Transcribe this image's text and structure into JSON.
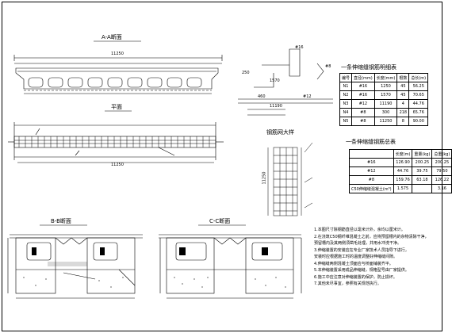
{
  "titles": {
    "section_aa": "A-A断面",
    "plan": "平面",
    "section_bb": "B-B断面",
    "section_cc": "C-C断面",
    "rebar_sample": "钢筋网大样",
    "table1": "一条伸缩缝钢筋明细表",
    "table2": "一条伸缩缝钢筋总表"
  },
  "dims": {
    "aa_overall": "11250",
    "plan_overall": "11250",
    "detail_a": "250",
    "detail_b": "1570",
    "detail_c": "11190",
    "detail_d": "460",
    "detail_e": "#12",
    "detail_f": "#8",
    "detail_g": "#16",
    "sample_h": "11250"
  },
  "table1": {
    "headers": [
      "编号",
      "直径(mm)",
      "长度(mm)",
      "根数",
      "总长(m)"
    ],
    "rows": [
      [
        "N1",
        "#16",
        "1250",
        "45",
        "56.25"
      ],
      [
        "N2",
        "#16",
        "1570",
        "45",
        "70.65"
      ],
      [
        "N3",
        "#12",
        "11190",
        "4",
        "44.76"
      ],
      [
        "N4",
        "#8",
        "300",
        "218",
        "65.76"
      ],
      [
        "N5",
        "#8",
        "11250",
        "8",
        "90.00"
      ]
    ]
  },
  "table2": {
    "headers": [
      "",
      "长度(m)",
      "重量(kg)",
      "总重(kg)"
    ],
    "rows": [
      [
        "#16",
        "126.90",
        "200.25",
        "200.25"
      ],
      [
        "#12",
        "44.76",
        "39.75",
        "79.50"
      ],
      [
        "#8",
        "159.76",
        "63.18",
        "126.22"
      ],
      [
        "C50伸缩缝混凝土(m³)",
        "1.575",
        "",
        "3.16"
      ]
    ]
  },
  "notes": [
    "1.本图尺寸除钢筋直径以毫米计外，余均以厘米计。",
    "2.在浇筑C50钢纤维混凝土之前，应将预留槽内的杂物清除干净，",
    "  预留槽内及其两侧须凿毛处理，并用水冲洗干净。",
    "3.伸缩装置的安装应在专业厂家技术人员指导下进行，",
    "  安装时应根据施工时的温度调整好伸缩缝间隙。",
    "4.伸缩缝两侧混凝土顶面应与桥面铺装齐平。",
    "5.本伸缩装置采用成品伸缩缝，规格型号由厂家提供。",
    "6.施工中应注意对伸缩装置的保护，防止损坏。",
    "7.其他未尽事宜，参照有关规范执行。"
  ]
}
